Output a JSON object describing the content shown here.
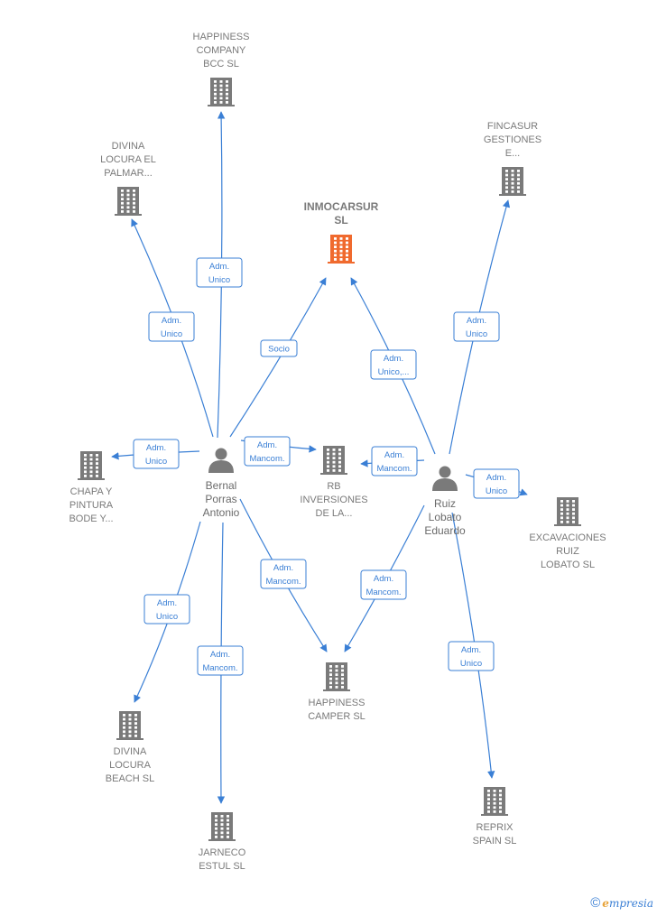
{
  "colors": {
    "edge": "#3a7fd5",
    "building": "#7a7a7a",
    "main_building": "#f06a2e",
    "person": "#7a7a7a"
  },
  "companies": [
    {
      "id": "happiness_bcc",
      "lines": [
        "HAPPINESS",
        "COMPANY",
        "BCC  SL"
      ],
      "main": false
    },
    {
      "id": "divina_palmar",
      "lines": [
        "DIVINA",
        "LOCURA EL",
        "PALMAR..."
      ],
      "main": false
    },
    {
      "id": "inmocarsur",
      "lines": [
        "INMOCARSUR",
        "SL"
      ],
      "main": true
    },
    {
      "id": "fincasur",
      "lines": [
        "FINCASUR",
        "GESTIONES",
        "E..."
      ],
      "main": false
    },
    {
      "id": "chapa",
      "lines": [
        "CHAPA Y",
        "PINTURA",
        "BODE Y..."
      ],
      "main": false
    },
    {
      "id": "rb",
      "lines": [
        "RB",
        "INVERSIONES",
        "DE LA..."
      ],
      "main": false
    },
    {
      "id": "excavaciones",
      "lines": [
        "EXCAVACIONES",
        "RUIZ",
        "LOBATO  SL"
      ],
      "main": false
    },
    {
      "id": "happiness_camper",
      "lines": [
        "HAPPINESS",
        "CAMPER  SL"
      ],
      "main": false
    },
    {
      "id": "divina_beach",
      "lines": [
        "DIVINA",
        "LOCURA",
        "BEACH  SL"
      ],
      "main": false
    },
    {
      "id": "jarneco",
      "lines": [
        "JARNECO",
        "ESTUL  SL"
      ],
      "main": false
    },
    {
      "id": "reprix",
      "lines": [
        "REPRIX",
        "SPAIN  SL"
      ],
      "main": false
    }
  ],
  "persons": [
    {
      "id": "bernal",
      "lines": [
        "Bernal",
        "Porras",
        "Antonio"
      ]
    },
    {
      "id": "ruiz",
      "lines": [
        "Ruiz",
        "Lobato",
        "Eduardo"
      ]
    }
  ],
  "edges": [
    {
      "from": "bernal",
      "to": "happiness_bcc",
      "label": [
        "Adm.",
        "Unico"
      ]
    },
    {
      "from": "bernal",
      "to": "divina_palmar",
      "label": [
        "Adm.",
        "Unico"
      ]
    },
    {
      "from": "bernal",
      "to": "inmocarsur",
      "label": [
        "Socio"
      ]
    },
    {
      "from": "bernal",
      "to": "chapa",
      "label": [
        "Adm.",
        "Unico"
      ]
    },
    {
      "from": "bernal",
      "to": "rb",
      "label": [
        "Adm.",
        "Mancom."
      ]
    },
    {
      "from": "bernal",
      "to": "happiness_camper",
      "label": [
        "Adm.",
        "Mancom."
      ]
    },
    {
      "from": "bernal",
      "to": "divina_beach",
      "label": [
        "Adm.",
        "Unico"
      ]
    },
    {
      "from": "bernal",
      "to": "jarneco",
      "label": [
        "Adm.",
        "Mancom."
      ]
    },
    {
      "from": "ruiz",
      "to": "inmocarsur",
      "label": [
        "Adm.",
        "Unico,..."
      ]
    },
    {
      "from": "ruiz",
      "to": "fincasur",
      "label": [
        "Adm.",
        "Unico"
      ]
    },
    {
      "from": "ruiz",
      "to": "rb",
      "label": [
        "Adm.",
        "Mancom."
      ]
    },
    {
      "from": "ruiz",
      "to": "excavaciones",
      "label": [
        "Adm.",
        "Unico"
      ]
    },
    {
      "from": "ruiz",
      "to": "happiness_camper",
      "label": [
        "Adm.",
        "Mancom."
      ]
    },
    {
      "from": "ruiz",
      "to": "reprix",
      "label": [
        "Adm.",
        "Unico"
      ]
    }
  ],
  "footer": {
    "copyright": "©",
    "brand_first": "e",
    "brand_rest": "mpresia"
  }
}
